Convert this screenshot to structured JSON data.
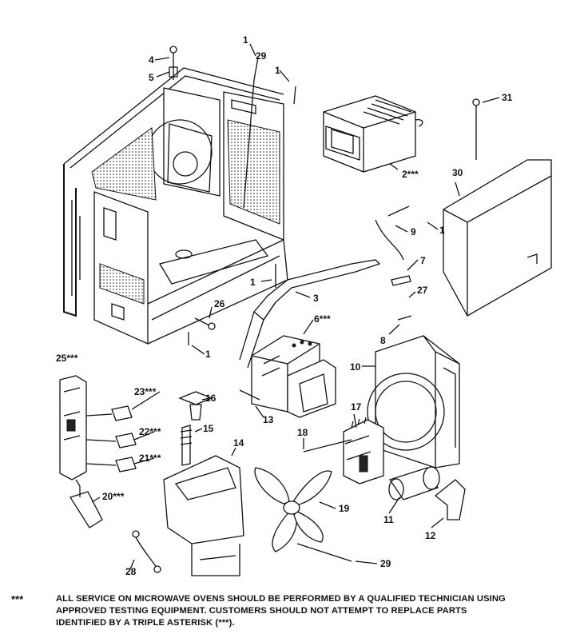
{
  "part_labels": [
    {
      "id": "p1-top",
      "text": "1"
    },
    {
      "id": "p29-top",
      "text": "29"
    },
    {
      "id": "p4",
      "text": "4"
    },
    {
      "id": "p5",
      "text": "5"
    },
    {
      "id": "p1-b",
      "text": "1"
    },
    {
      "id": "p31",
      "text": "31"
    },
    {
      "id": "p2",
      "text": "2***"
    },
    {
      "id": "p30",
      "text": "30"
    },
    {
      "id": "p9",
      "text": "9"
    },
    {
      "id": "p1-c",
      "text": "1"
    },
    {
      "id": "p7",
      "text": "7"
    },
    {
      "id": "p1-d",
      "text": "1"
    },
    {
      "id": "p27",
      "text": "27"
    },
    {
      "id": "p3",
      "text": "3"
    },
    {
      "id": "p26",
      "text": "26"
    },
    {
      "id": "p6",
      "text": "6***"
    },
    {
      "id": "p8",
      "text": "8"
    },
    {
      "id": "p1-e",
      "text": "1"
    },
    {
      "id": "p10",
      "text": "10"
    },
    {
      "id": "p25",
      "text": "25***"
    },
    {
      "id": "p23",
      "text": "23***"
    },
    {
      "id": "p16",
      "text": "16"
    },
    {
      "id": "p13",
      "text": "13"
    },
    {
      "id": "p17",
      "text": "17"
    },
    {
      "id": "p22",
      "text": "22***"
    },
    {
      "id": "p15",
      "text": "15"
    },
    {
      "id": "p18",
      "text": "18"
    },
    {
      "id": "p14",
      "text": "14"
    },
    {
      "id": "p21",
      "text": "21***"
    },
    {
      "id": "p20",
      "text": "20***"
    },
    {
      "id": "p19",
      "text": "19"
    },
    {
      "id": "p11",
      "text": "11"
    },
    {
      "id": "p12",
      "text": "12"
    },
    {
      "id": "p28",
      "text": "28"
    },
    {
      "id": "p29-bottom",
      "text": "29"
    }
  ],
  "notice": {
    "stars": "***",
    "lines": [
      "ALL SERVICE ON MICROWAVE OVENS SHOULD BE PERFORMED BY A  QUALIFIED TECHNICIAN USING",
      "APPROVED TESTING EQUIPMENT.  CUSTOMERS SHOULD NOT ATTEMPT TO REPLACE PARTS",
      "IDENTIFIED BY A TRIPLE ASTERISK (***)."
    ]
  }
}
